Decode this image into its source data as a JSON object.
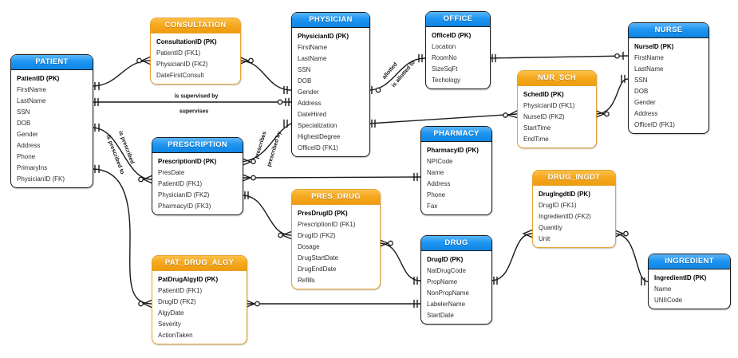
{
  "diagram": {
    "title": "Healthcare ER diagram",
    "colors": {
      "blue_header": "#1e96f2",
      "orange_header": "#f5a71d",
      "orange_border": "#e6a32e",
      "black_border": "#1b1b1b",
      "line": "#1a1a1a",
      "header_text": "#ffffff",
      "field_text": "#2e2e2e"
    },
    "tables": [
      {
        "id": "patient",
        "name": "PATIENT",
        "style": "blue",
        "fields": [
          {
            "label": "PatientID (PK)",
            "pk": true
          },
          {
            "label": "FirstName"
          },
          {
            "label": "LastName"
          },
          {
            "label": "SSN"
          },
          {
            "label": "DOB"
          },
          {
            "label": "Gender"
          },
          {
            "label": "Address"
          },
          {
            "label": "Phone"
          },
          {
            "label": "PrimaryIns"
          },
          {
            "label": "PhysicianID (FK)"
          }
        ]
      },
      {
        "id": "consultation",
        "name": "CONSULTATION",
        "style": "orange",
        "fields": [
          {
            "label": "ConsultationID (PK)",
            "pk": true
          },
          {
            "label": "PatientID (FK1)"
          },
          {
            "label": "PhysicianID (FK2)"
          },
          {
            "label": "DateFirstConsult"
          }
        ]
      },
      {
        "id": "physician",
        "name": "PHYSICIAN",
        "style": "blue",
        "fields": [
          {
            "label": "PhysicianID (PK)",
            "pk": true
          },
          {
            "label": "FirstName"
          },
          {
            "label": "LastName"
          },
          {
            "label": "SSN"
          },
          {
            "label": "DOB"
          },
          {
            "label": "Gender"
          },
          {
            "label": "Address"
          },
          {
            "label": "DateHired"
          },
          {
            "label": "Specialization"
          },
          {
            "label": "HighestDegree"
          },
          {
            "label": "OfficeID (FK1)"
          }
        ]
      },
      {
        "id": "office",
        "name": "OFFICE",
        "style": "blue",
        "fields": [
          {
            "label": "OfficeID (PK)",
            "pk": true
          },
          {
            "label": "Location"
          },
          {
            "label": "RoomNo"
          },
          {
            "label": "SizeSqFt"
          },
          {
            "label": "Techology"
          }
        ]
      },
      {
        "id": "nurse",
        "name": "NURSE",
        "style": "blue",
        "fields": [
          {
            "label": "NurseID (PK)",
            "pk": true
          },
          {
            "label": "FirstName"
          },
          {
            "label": "LastName"
          },
          {
            "label": "SSN"
          },
          {
            "label": "DOB"
          },
          {
            "label": "Gender"
          },
          {
            "label": "Address"
          },
          {
            "label": "OfficeID (FK1)"
          }
        ]
      },
      {
        "id": "nur_sch",
        "name": "NUR_SCH",
        "style": "orange",
        "fields": [
          {
            "label": "SchedID (PK)",
            "pk": true
          },
          {
            "label": "PhysicianID (FK1)"
          },
          {
            "label": "NurseID (FK2)"
          },
          {
            "label": "StartTime"
          },
          {
            "label": "EndTime"
          }
        ]
      },
      {
        "id": "pharmacy",
        "name": "PHARMACY",
        "style": "blue",
        "fields": [
          {
            "label": "PharmacyID (PK)",
            "pk": true
          },
          {
            "label": "NPICode"
          },
          {
            "label": "Name"
          },
          {
            "label": "Address"
          },
          {
            "label": "Phone"
          },
          {
            "label": "Fax"
          }
        ]
      },
      {
        "id": "prescription",
        "name": "PRESCRIPTION",
        "style": "blue",
        "fields": [
          {
            "label": "PrescriptionID (PK)",
            "pk": true
          },
          {
            "label": "PresDate"
          },
          {
            "label": "PatientID (FK1)"
          },
          {
            "label": "PhysicianID (FK2)"
          },
          {
            "label": "PharmacyID (FK3)"
          }
        ]
      },
      {
        "id": "pres_drug",
        "name": "PRES_DRUG",
        "style": "orange",
        "fields": [
          {
            "label": "PresDrugID (PK)",
            "pk": true
          },
          {
            "label": "PrescriptionID (FK1)"
          },
          {
            "label": "DrugID (FK2)"
          },
          {
            "label": "Dosage"
          },
          {
            "label": "DrugStartDate"
          },
          {
            "label": "DrugEndDate"
          },
          {
            "label": "Refills"
          }
        ]
      },
      {
        "id": "drug",
        "name": "DRUG",
        "style": "blue",
        "fields": [
          {
            "label": "DrugID (PK)",
            "pk": true
          },
          {
            "label": "NatDrugCode"
          },
          {
            "label": "PropName"
          },
          {
            "label": "NonPropName"
          },
          {
            "label": "LabelerName"
          },
          {
            "label": "StartDate"
          }
        ]
      },
      {
        "id": "drug_ingdt",
        "name": "DRUG_INGDT",
        "style": "orange",
        "fields": [
          {
            "label": "DrugIngdtID (PK)",
            "pk": true
          },
          {
            "label": "DrugID (FK1)"
          },
          {
            "label": "IngredientID (FK2)"
          },
          {
            "label": "Quantity"
          },
          {
            "label": "Unit"
          }
        ]
      },
      {
        "id": "ingredient",
        "name": "INGREDIENT",
        "style": "blue",
        "fields": [
          {
            "label": "IngredientID (PK)",
            "pk": true
          },
          {
            "label": "Name"
          },
          {
            "label": "UNIICode"
          }
        ]
      },
      {
        "id": "pat_drug_algy",
        "name": "PAT_DRUG_ALGY",
        "style": "orange",
        "fields": [
          {
            "label": "PatDrugAlgyID (PK)",
            "pk": true
          },
          {
            "label": "PatientID (FK1)"
          },
          {
            "label": "DrugID (FK2)"
          },
          {
            "label": "AlgyDate"
          },
          {
            "label": "Severity"
          },
          {
            "label": "ActionTaken"
          }
        ]
      }
    ],
    "relationship_labels": [
      {
        "id": "is-supervised-by",
        "text": "is supervised by"
      },
      {
        "id": "supervises",
        "text": "supervises"
      },
      {
        "id": "is-prescribed",
        "text": "is prescribed"
      },
      {
        "id": "is-prescribed-to",
        "text": "is prescribed to"
      },
      {
        "id": "prescribes",
        "text": "prescribes"
      },
      {
        "id": "prescribed-by",
        "text": "prescribed by"
      },
      {
        "id": "allotted",
        "text": "allotted"
      },
      {
        "id": "is-allotted-to",
        "text": "is allotted to"
      }
    ]
  }
}
